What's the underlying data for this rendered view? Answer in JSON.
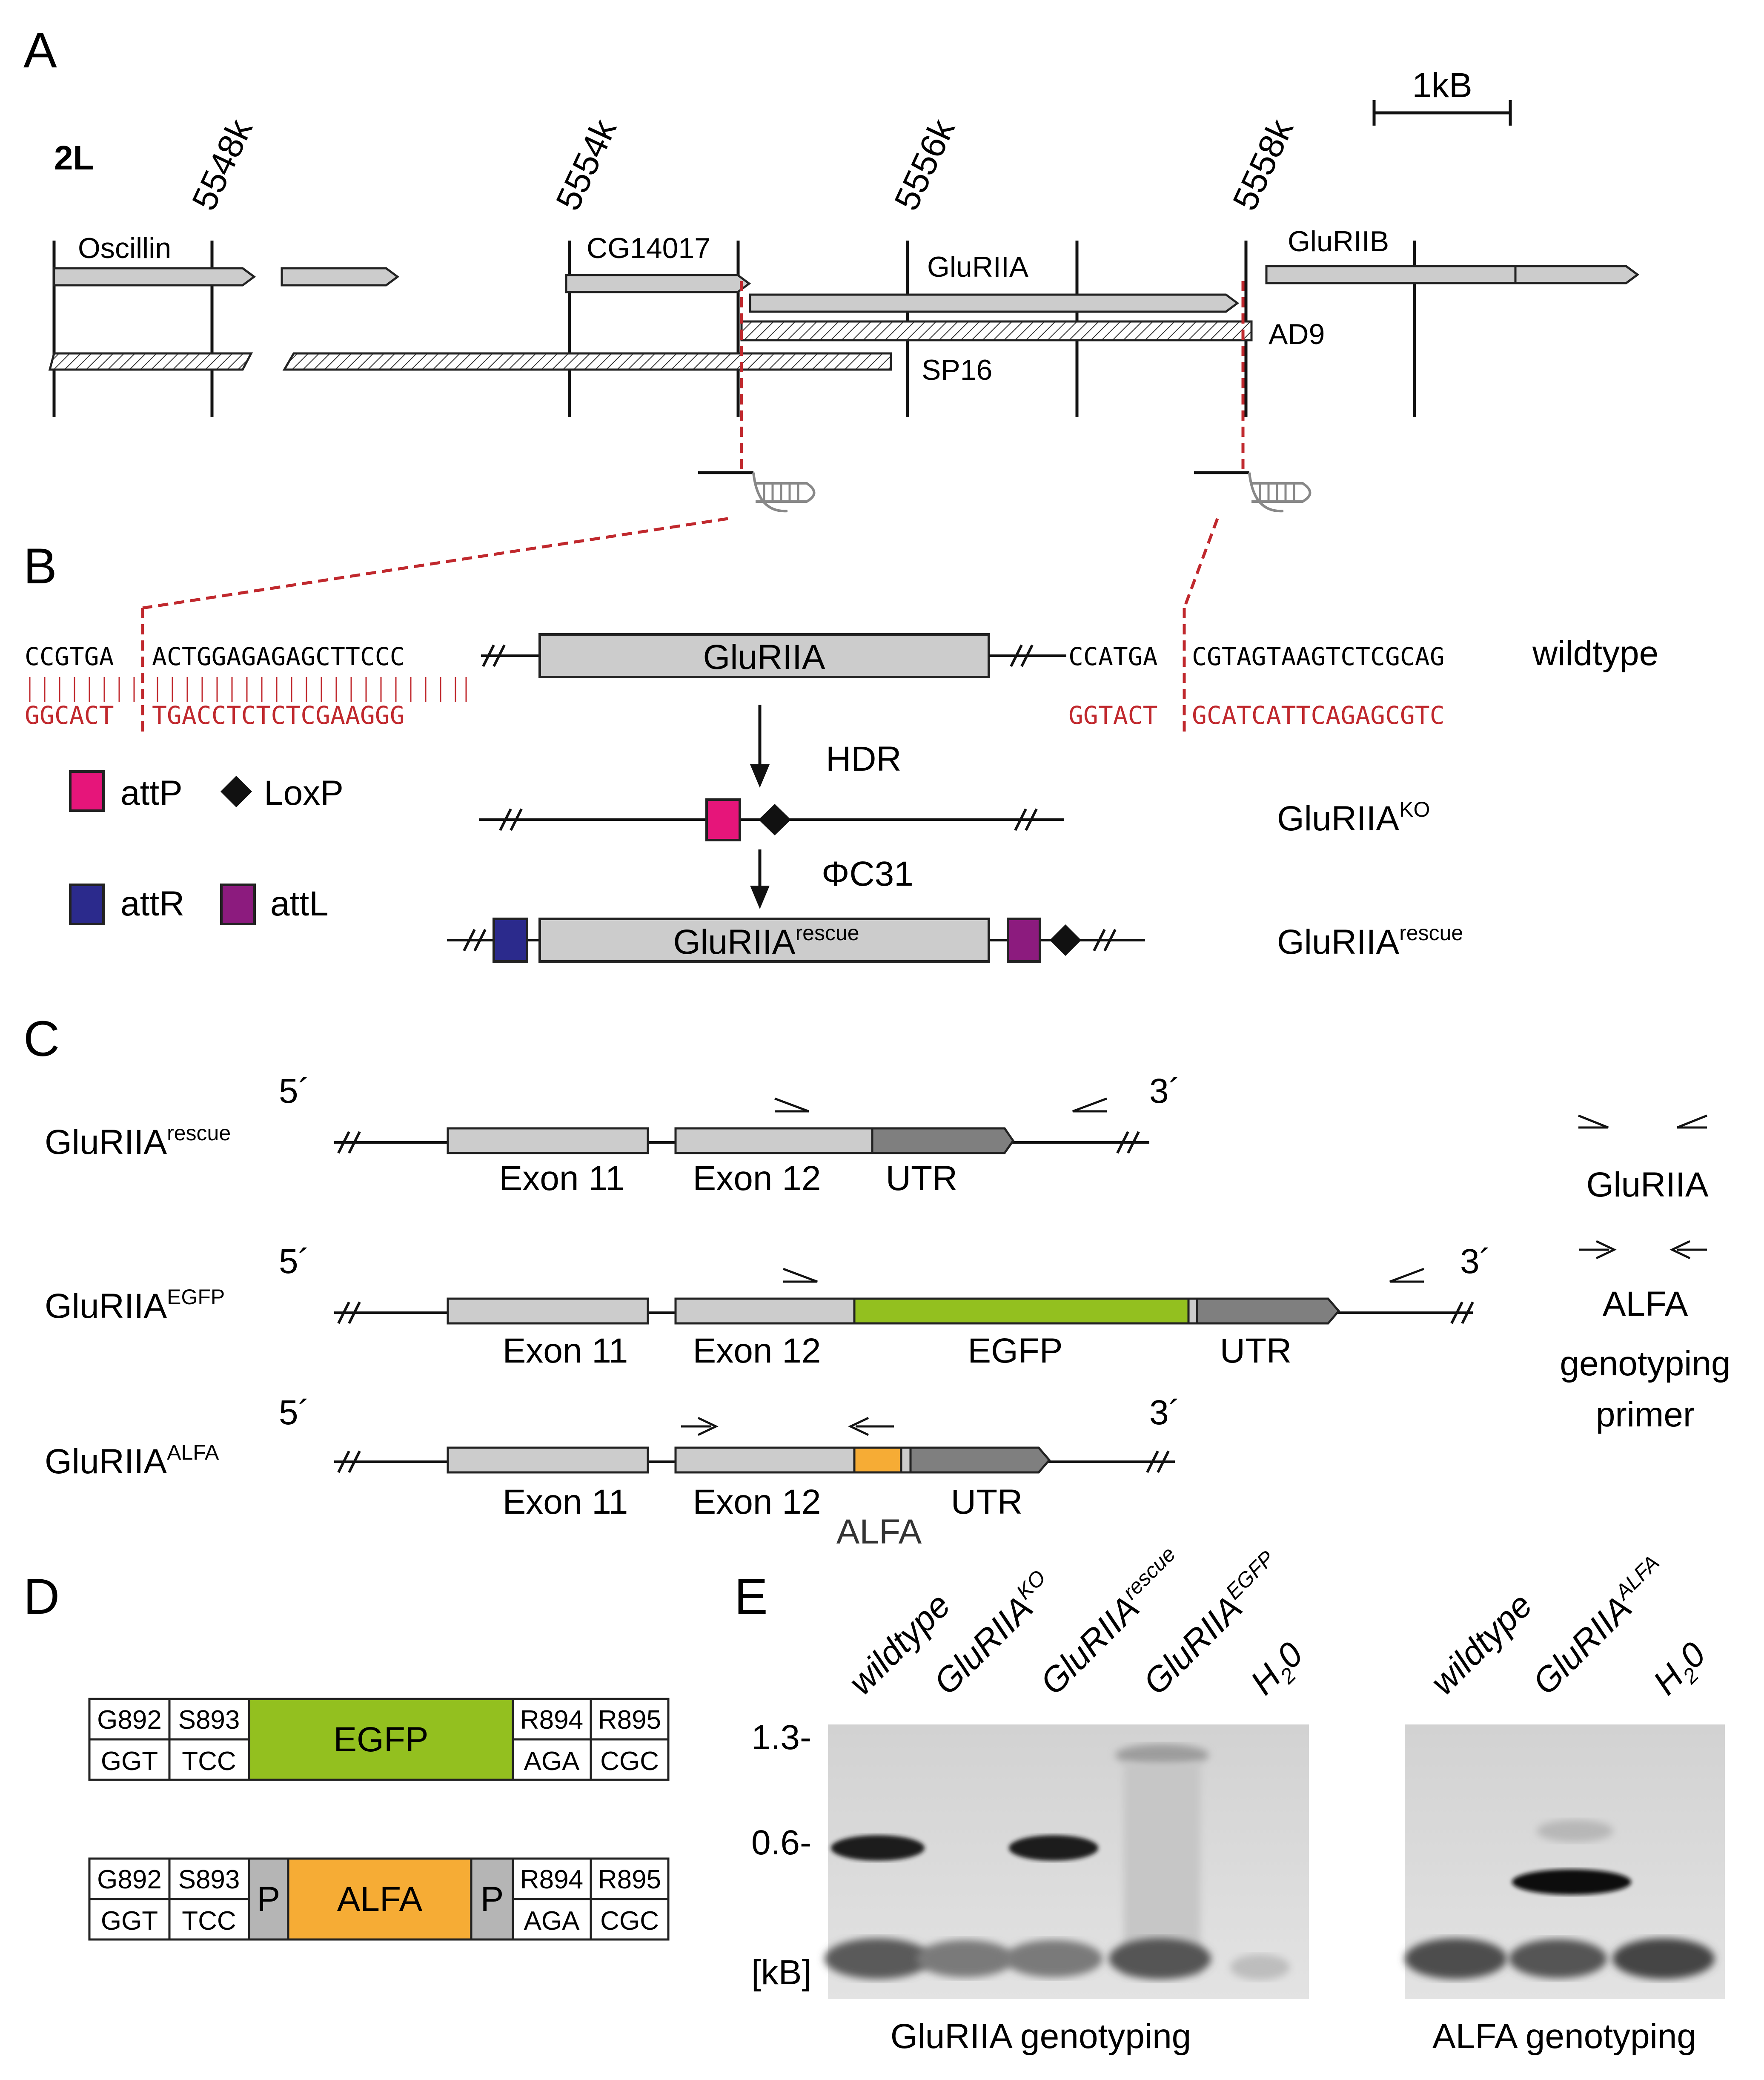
{
  "panels": {
    "a": "A",
    "b": "B",
    "c": "C",
    "d": "D",
    "e": "E"
  },
  "panel_a": {
    "chromosome": "2L",
    "coords": [
      "5548k",
      "5554k",
      "5556k",
      "5558k"
    ],
    "scale_bar": "1kB",
    "genes": [
      "Oscillin",
      "CG14017",
      "GluRIIA",
      "GluRIIB"
    ],
    "deletions": [
      "AD9",
      "SP16"
    ]
  },
  "panel_b": {
    "left_top": {
      "a": "CCGTGA",
      "b": "ACTGGAGAGAGCTTCCC"
    },
    "left_bottom": {
      "a": "GGCACT",
      "b": "TGACCTCTCTCGAAGGG"
    },
    "right_top": {
      "a": "CCATGA",
      "b": "CGTAGTAAGTCTCGCAG"
    },
    "right_bottom": {
      "a": "GGTACT",
      "b": "GCATCATTCAGAGCGTC"
    },
    "gene": "GluRIIA",
    "rescue_base": "GluRIIA",
    "rescue_sup": "rescue",
    "wildtype": "wildtype",
    "hdr": "HDR",
    "phic31": "ΦC31",
    "ko_base": "GluRIIA",
    "ko_sup": "KO",
    "rescue_right_base": "GluRIIA",
    "rescue_right_sup": "rescue",
    "legend": {
      "attP": "attP",
      "loxP": "LoxP",
      "attR": "attR",
      "attL": "attL"
    },
    "colors": {
      "attP": "#e6157a",
      "attR": "#2b2a8c",
      "attL": "#8c1b7e",
      "guide": "#c0282d"
    }
  },
  "panel_c": {
    "five": "5´",
    "three": "3´",
    "rows": [
      {
        "base": "GluRIIA",
        "sup": "rescue",
        "exon11": "Exon 11",
        "exon12": "Exon 12",
        "utr": "UTR"
      },
      {
        "base": "GluRIIA",
        "sup": "EGFP",
        "exon11": "Exon 11",
        "exon12": "Exon 12",
        "egfp": "EGFP",
        "utr": "UTR"
      },
      {
        "base": "GluRIIA",
        "sup": "ALFA",
        "exon11": "Exon 11",
        "exon12": "Exon 12",
        "alfa": "ALFA",
        "utr": "UTR"
      }
    ],
    "legend": {
      "glu": "GluRIIA",
      "alfa1": "ALFA",
      "alfa2": "genotyping",
      "alfa3": "primer"
    },
    "colors": {
      "egfp": "#93c01f",
      "alfa": "#f6ac35",
      "utr": "#7f7f7f",
      "exon": "#cccccc"
    }
  },
  "panel_d": {
    "egfp_construct": {
      "left": [
        [
          "G892",
          "GGT"
        ],
        [
          "S893",
          "TCC"
        ]
      ],
      "insert": "EGFP",
      "right": [
        [
          "R894",
          "AGA"
        ],
        [
          "R895",
          "CGC"
        ]
      ]
    },
    "alfa_construct": {
      "left": [
        [
          "G892",
          "GGT"
        ],
        [
          "S893",
          "TCC"
        ]
      ],
      "linker": "P",
      "insert": "ALFA",
      "right": [
        [
          "R894",
          "AGA"
        ],
        [
          "R895",
          "CGC"
        ]
      ]
    }
  },
  "panel_e": {
    "gel1": {
      "lanes": [
        {
          "base": "wildtype",
          "sup": ""
        },
        {
          "base": "GluRIIA",
          "sup": "KO"
        },
        {
          "base": "GluRIIA",
          "sup": "rescue"
        },
        {
          "base": "GluRIIA",
          "sup": "EGFP"
        },
        {
          "base": "H",
          "sub": "2",
          "tail": "0"
        }
      ],
      "caption": "GluRIIA genotyping"
    },
    "gel2": {
      "lanes": [
        {
          "base": "wildtype",
          "sup": ""
        },
        {
          "base": "GluRIIA",
          "sup": "ALFA"
        },
        {
          "base": "H",
          "sub": "2",
          "tail": "0"
        }
      ],
      "caption": "ALFA genotyping"
    },
    "markers": [
      "1.3-",
      "0.6-",
      "[kB]"
    ]
  }
}
